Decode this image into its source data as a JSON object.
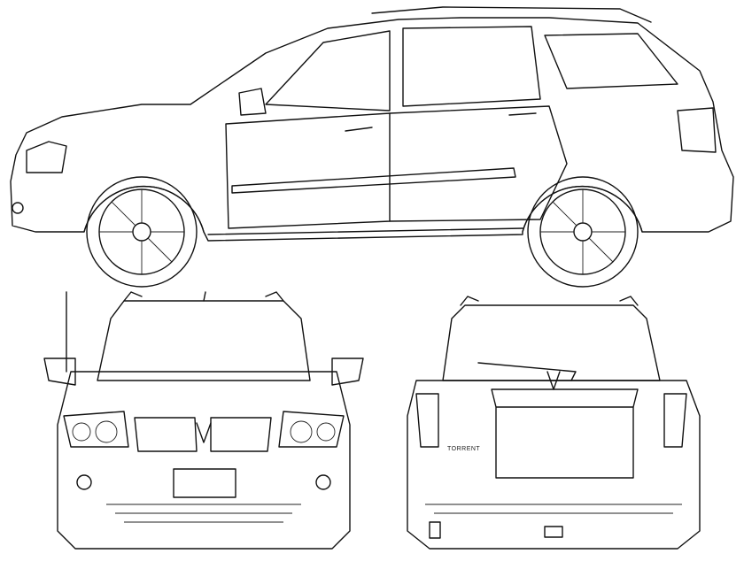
{
  "drawing": {
    "views": [
      "side",
      "front",
      "rear"
    ],
    "rear_badge": "TORRENT",
    "line_color": "#111111",
    "background": "#ffffff"
  }
}
